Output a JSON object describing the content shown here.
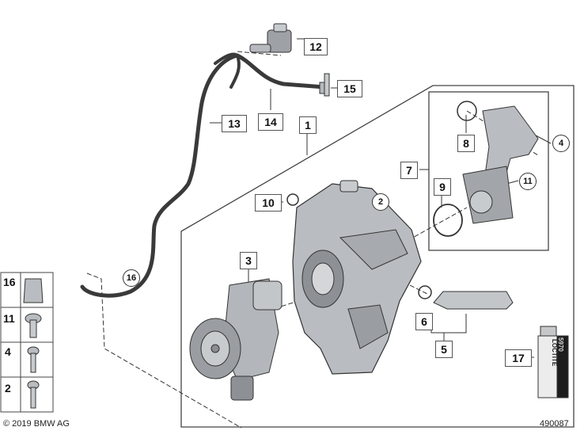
{
  "callouts": {
    "c1": "1",
    "c2": "2",
    "c3": "3",
    "c4": "4",
    "c5": "5",
    "c6": "6",
    "c7": "7",
    "c8": "8",
    "c9": "9",
    "c10": "10",
    "c11": "11",
    "c12": "12",
    "c13": "13",
    "c14": "14",
    "c15": "15",
    "c16": "16",
    "c17": "17"
  },
  "side_panel": {
    "items": [
      "16",
      "11",
      "4",
      "2"
    ]
  },
  "adhesive": {
    "brand": "LOCTITE",
    "code": "5970"
  },
  "footer": {
    "copyright": "© 2019 BMW AG",
    "diagram_number": "490087"
  },
  "colors": {
    "line": "#333333",
    "part_fill": "#b9bcc0",
    "part_dark": "#7d8186",
    "hose": "#3a3a3a"
  }
}
